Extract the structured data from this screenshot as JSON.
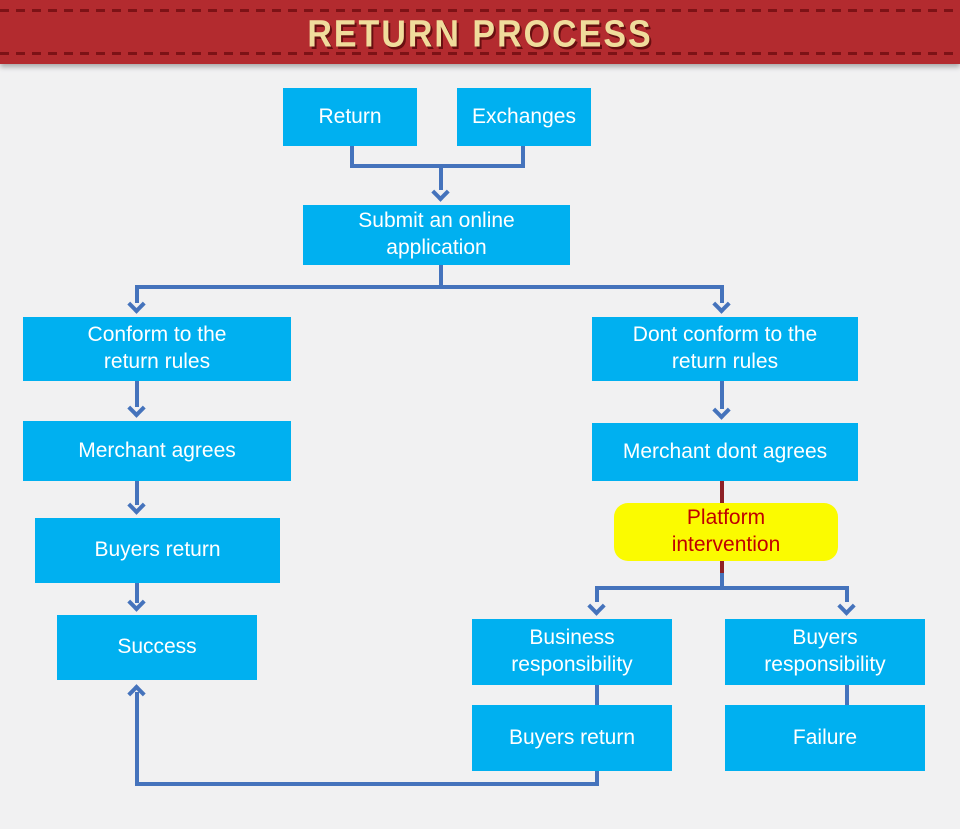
{
  "title": "RETURN PROCESS",
  "colors": {
    "background": "#F1F1F2",
    "banner_red": "#B32B2F",
    "stitch_red": "#7D1216",
    "title_gold": "#F0DC9C",
    "box_cyan": "#00B0F0",
    "box_yellow": "#FBFB00",
    "yellow_box_text": "#C00000",
    "box_text": "#FFFFFF",
    "connector_blue": "#4573BC",
    "connector_red": "#8E2026"
  },
  "flowchart": {
    "return": {
      "label": "Return"
    },
    "exchanges": {
      "label": "Exchanges"
    },
    "submit_application": {
      "label": "Submit an online application"
    },
    "conform_rules": {
      "label": "Conform to the return rules"
    },
    "dont_conform_rules": {
      "label": "Dont conform to the return rules"
    },
    "merchant_agrees": {
      "label": "Merchant agrees"
    },
    "merchant_dont_agrees": {
      "label": "Merchant dont agrees"
    },
    "buyers_return_left": {
      "label": "Buyers return"
    },
    "platform_intervention": {
      "label": "Platform intervention"
    },
    "success": {
      "label": "Success"
    },
    "business_responsibility": {
      "label": "Business responsibility"
    },
    "buyers_responsibility": {
      "label": "Buyers responsibility"
    },
    "buyers_return_right": {
      "label": "Buyers return"
    },
    "failure": {
      "label": "Failure"
    }
  },
  "edges": [
    {
      "from": "return",
      "to": "submit_application",
      "style": "blue-arrow"
    },
    {
      "from": "exchanges",
      "to": "submit_application",
      "style": "blue-arrow"
    },
    {
      "from": "submit_application",
      "to": "conform_rules",
      "style": "blue-arrow"
    },
    {
      "from": "submit_application",
      "to": "dont_conform_rules",
      "style": "blue-arrow"
    },
    {
      "from": "conform_rules",
      "to": "merchant_agrees",
      "style": "blue-arrow"
    },
    {
      "from": "merchant_agrees",
      "to": "buyers_return_left",
      "style": "blue-arrow"
    },
    {
      "from": "buyers_return_left",
      "to": "success",
      "style": "blue-arrow"
    },
    {
      "from": "dont_conform_rules",
      "to": "merchant_dont_agrees",
      "style": "blue-arrow"
    },
    {
      "from": "merchant_dont_agrees",
      "to": "platform_intervention",
      "style": "red-line"
    },
    {
      "from": "platform_intervention",
      "to": "business_responsibility",
      "style": "blue-arrow"
    },
    {
      "from": "platform_intervention",
      "to": "buyers_responsibility",
      "style": "blue-arrow"
    },
    {
      "from": "business_responsibility",
      "to": "buyers_return_right",
      "style": "blue-line"
    },
    {
      "from": "buyers_responsibility",
      "to": "failure",
      "style": "blue-line"
    },
    {
      "from": "buyers_return_right",
      "to": "success",
      "style": "blue-arrow"
    }
  ]
}
